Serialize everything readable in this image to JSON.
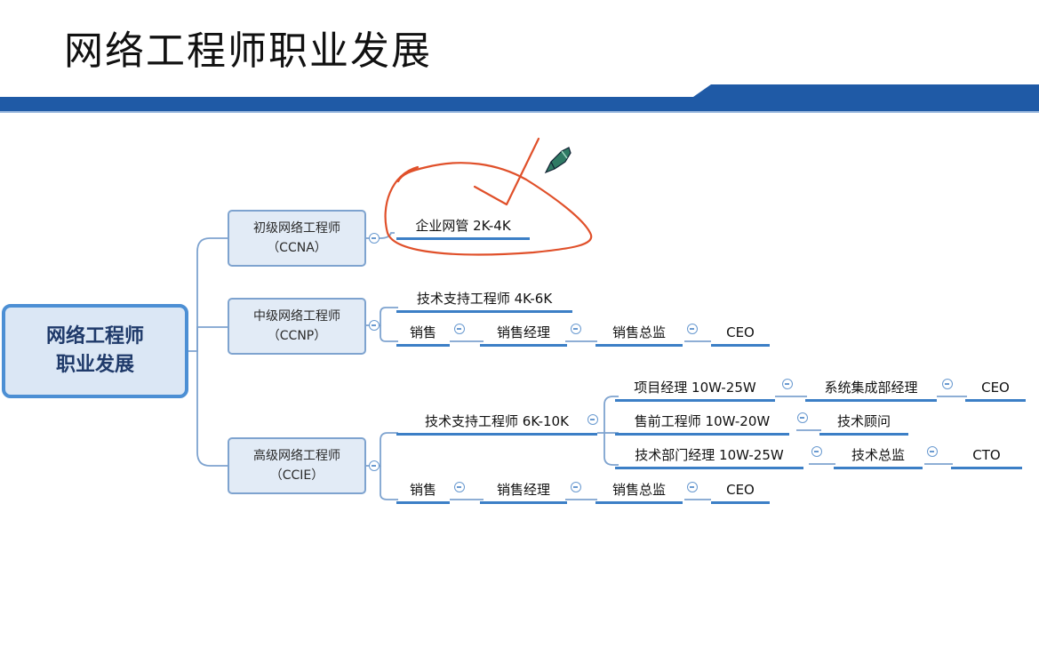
{
  "slide": {
    "title": "网络工程师职业发展"
  },
  "colors": {
    "accent": "#1f5aa6",
    "node_fill": "#e2ebf6",
    "node_border": "#7ea3cf",
    "topic_underline": "#3c7fc6",
    "annotation_ink": "#e0502a"
  },
  "root": {
    "line1": "网络工程师",
    "line2": "职业发展"
  },
  "levels": [
    {
      "name": "初级网络工程师",
      "cert": "（CCNA）",
      "branches": [
        {
          "label": "企业网管  2K-4K"
        }
      ]
    },
    {
      "name": "中级网络工程师",
      "cert": "（CCNP）",
      "branches": [
        {
          "label": "技术支持工程师  4K-6K"
        },
        {
          "chain": [
            "销售",
            "销售经理",
            "销售总监",
            "CEO"
          ]
        }
      ]
    },
    {
      "name": "高级网络工程师",
      "cert": "（CCIE）",
      "branches": [
        {
          "label": "技术支持工程师  6K-10K",
          "children": [
            {
              "chain": [
                "项目经理  10W-25W",
                "系统集成部经理",
                "CEO"
              ]
            },
            {
              "chain": [
                "售前工程师  10W-20W",
                "技术顾问"
              ]
            },
            {
              "chain": [
                "技术部门经理  10W-25W",
                "技术总监",
                "CTO"
              ]
            }
          ]
        },
        {
          "chain": [
            "销售",
            "销售经理",
            "销售总监",
            "CEO"
          ]
        }
      ]
    }
  ],
  "annotation": {
    "description_icon": "pen-cursor-icon"
  }
}
